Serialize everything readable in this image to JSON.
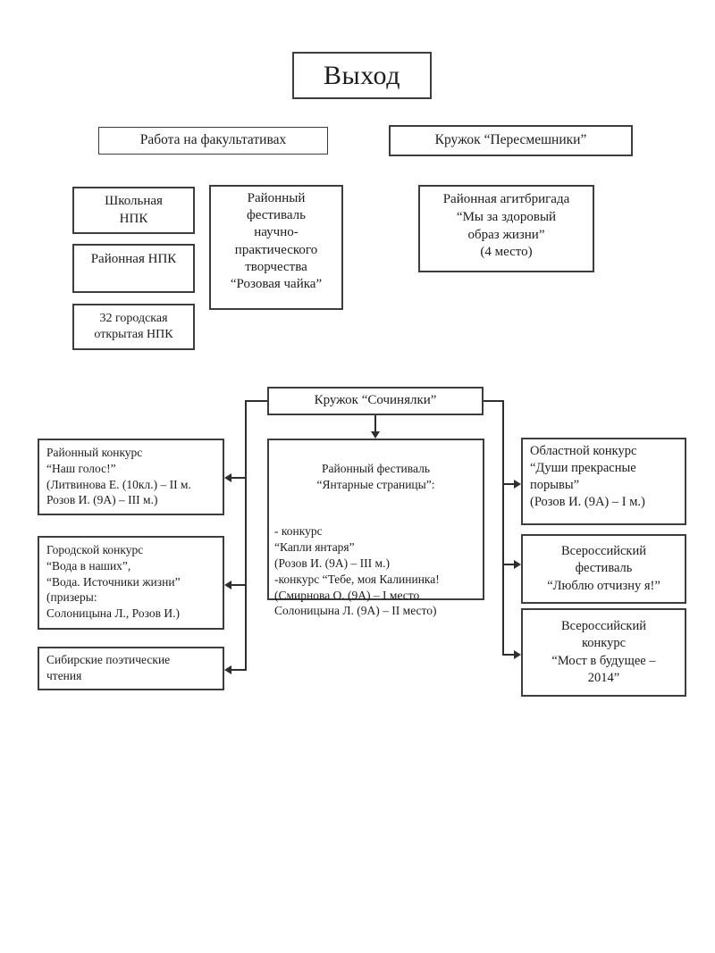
{
  "diagram": {
    "title": "Выход",
    "top": {
      "electives_header": "Работа на факультативах",
      "mockingbirds_header": "Кружок “Пересмешники”",
      "school_npk": "Школьная\nНПК",
      "district_npk": "Районная НПК",
      "city_npk": "32 городская\nоткрытая НПК",
      "pink_seagull_festival": "Районный\nфестиваль\nнаучно-\nпрактического\nтворчества\n“Розовая чайка”",
      "agitbrigade": "Районная агитбригада\n“Мы за здоровый\nобраз жизни”\n(4 место)"
    },
    "sochinyalki": {
      "header": "Кружок “Сочинялки”",
      "amber_pages_header": "Районный фестиваль\n“Янтарные страницы”:",
      "amber_pages_body": "- конкурс\n “Капли янтаря”\n  (Розов И. (9А) – III м.)\n-конкурс “Тебе, моя Калининка!\n (Смирнова О. (9А) – I место\n Солоницына Л. (9А) – II место)",
      "left": {
        "nash_golos": "Районный конкурс\n“Наш голос!”\n(Литвинова Е. (10кл.) – II м.\n Розов И. (9А) – III м.)",
        "voda": "Городской конкурс\n“Вода в наших”,\n“Вода. Источники жизни”\n(призеры:\n Солоницына Л., Розов И.)",
        "siberian_readings": "Сибирские поэтические\nчтения"
      },
      "right": {
        "oblast_konkurs": "Областной конкурс\n“Души прекрасные\nпорывы”\n(Розов И. (9А) – I м.)",
        "vseros_festival": "Всероссийский\nфестиваль\n“Люблю отчизну я!”",
        "vseros_konkurs": "Всероссийский\nконкурс\n“Мост в будущее –\n2014”"
      }
    },
    "colors": {
      "border": "#3d3d3d",
      "text": "#1c1c1c",
      "background": "#ffffff"
    }
  }
}
